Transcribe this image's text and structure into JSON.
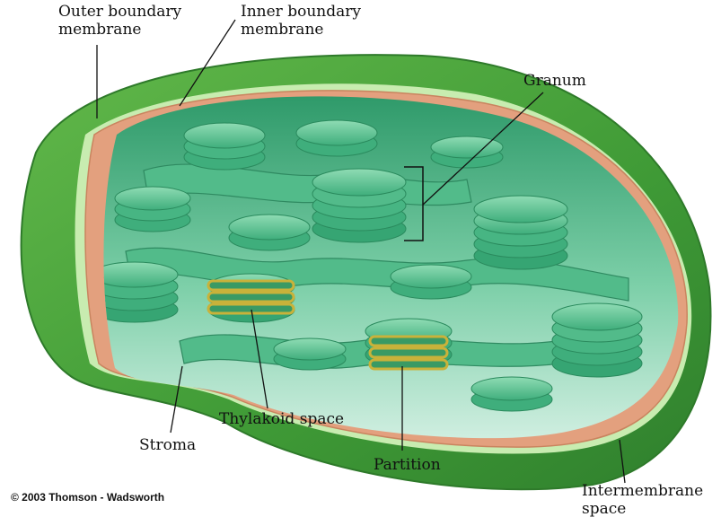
{
  "labels": {
    "outer_boundary": [
      "Outer boundary",
      "membrane"
    ],
    "inner_boundary": [
      "Inner boundary",
      "membrane"
    ],
    "granum": "Granum",
    "thylakoid_space": "Thylakoid space",
    "stroma": "Stroma",
    "partition": "Partition",
    "intermembrane": [
      "Intermembrane",
      "space"
    ]
  },
  "credit": "© 2003 Thomson - Wadsworth",
  "colors": {
    "outer_membrane": "#4ca23a",
    "inner_membrane": "#e3a07e",
    "stroma": "#bfe3d3",
    "thylakoid": "#4ab784",
    "partition_highlight": "#c9b23a",
    "leader_line": "#111111"
  }
}
